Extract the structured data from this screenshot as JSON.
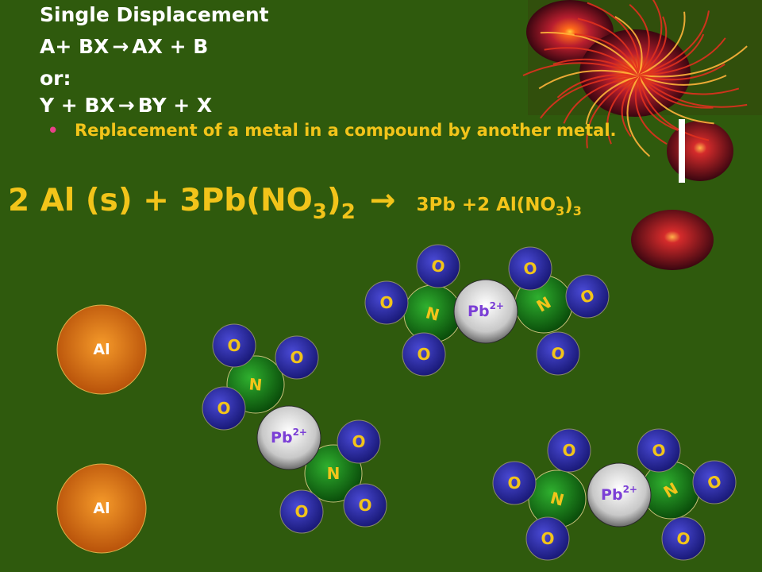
{
  "heading": {
    "line1": "Single Displacement",
    "line2_left": "A+ BX",
    "line2_right": "AX + B",
    "line3": "or:",
    "line4_left": "Y + BX",
    "line4_right": "BY + X",
    "arrow": "→"
  },
  "bullet": {
    "marker": "•",
    "text": "Replacement of a metal in a compound by another metal."
  },
  "equation": {
    "term1": "2 Al (s) + 3Pb(NO",
    "term1_sub": "3",
    "close_paren": ")",
    "term1_sub2": "2",
    "arrow": "→",
    "term2": "3Pb +2 Al(NO",
    "term2_sub": "3",
    "term2_close": ")",
    "term2_sub2": "3"
  },
  "atoms": {
    "aluminum": "Al",
    "lead_ion": "Pb",
    "lead_charge": "2+",
    "nitrogen": "N",
    "oxygen": "O"
  },
  "colors": {
    "background": "#2f5a0d",
    "title_text": "#ffffff",
    "accent_text": "#f2c41a",
    "bullet_marker": "#e8428a",
    "oxygen_atom": "#2a2a9a",
    "oxygen_label": "#f2c41a",
    "nitrogen_atom": "#147a14",
    "nitrogen_label": "#f2c41a",
    "lead_atom": "#d8d8d8",
    "lead_label": "#7b3fd6",
    "aluminum_atom": "#e07412",
    "aluminum_label": "#ffffff"
  },
  "decorations": [
    "firework-image",
    "red-sphere-image"
  ]
}
